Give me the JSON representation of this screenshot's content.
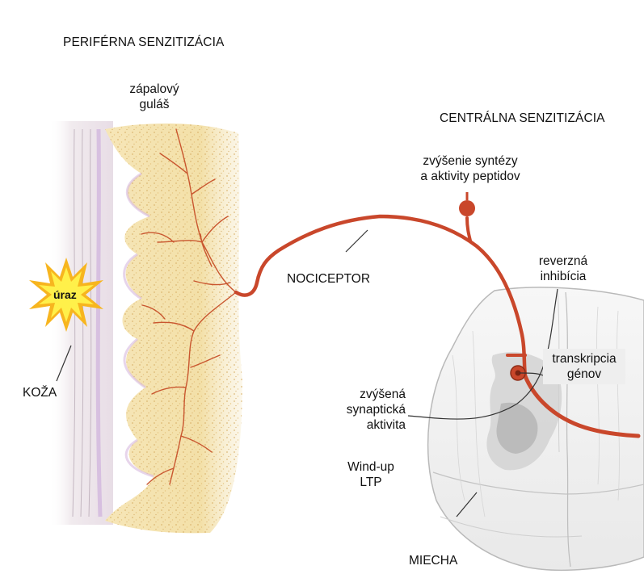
{
  "headings": {
    "peripheral": "PERIFÉRNA SENZITIZÁCIA",
    "central": "CENTRÁLNA SENZITIZÁCIA"
  },
  "labels": {
    "inflammatory_soup_line1": "zápalový",
    "inflammatory_soup_line2": "guláš",
    "peptides_line1": "zvýšenie syntézy",
    "peptides_line2": "a aktivity peptidov",
    "nociceptor": "NOCICEPTOR",
    "reverse_inhibition_line1": "reverzná",
    "reverse_inhibition_line2": "inhibícia",
    "transcription_line1": "transkripcia",
    "transcription_line2": "génov",
    "synaptic_line1": "zvýšená",
    "synaptic_line2": "synaptická",
    "synaptic_line3": "aktivita",
    "windup_line1": "Wind-up",
    "windup_line2": "LTP",
    "spinal_cord": "MIECHA",
    "skin": "KOŽA",
    "injury": "úraz"
  },
  "colors": {
    "nerve": "#c9472b",
    "tissue": "#f3e3b0",
    "tissue_speckle": "#d9b36a",
    "skin_band": "#efe4ea",
    "lilac_edge": "#c7a4d8",
    "burst_outer": "#fff04a",
    "burst_inner": "#f7b51f",
    "leader": "#333333",
    "gray_matter": "#bdbdbd"
  }
}
